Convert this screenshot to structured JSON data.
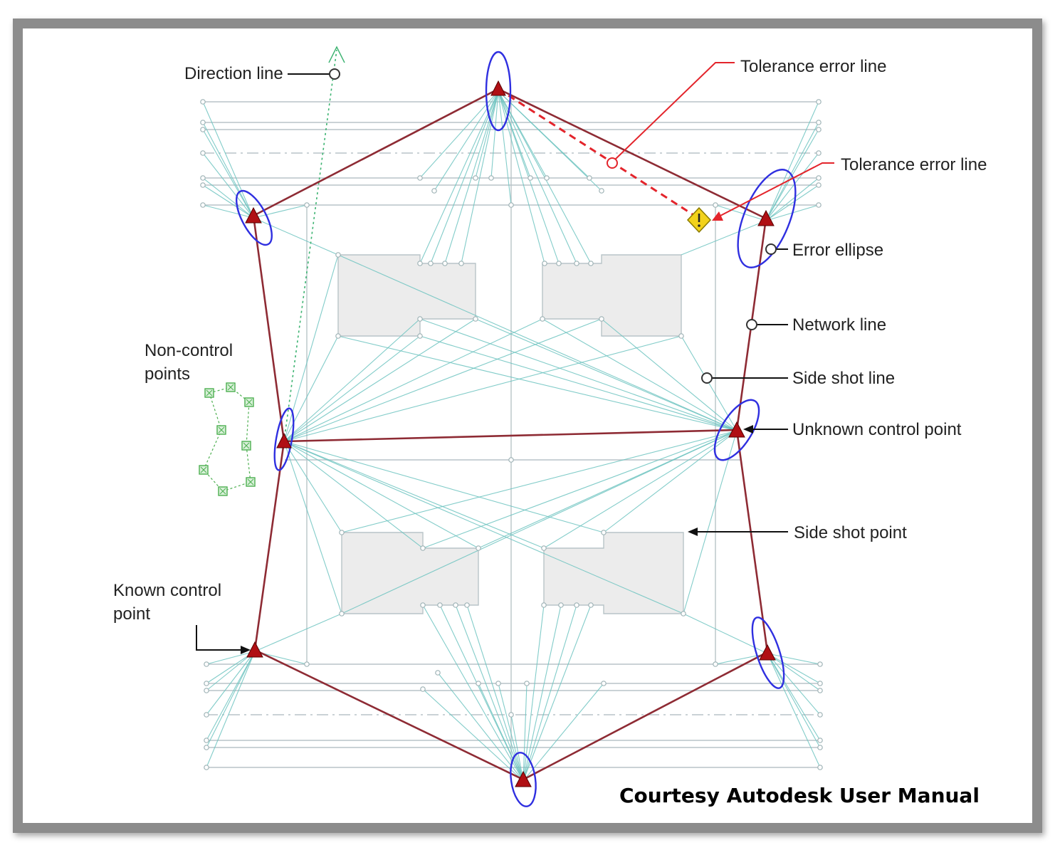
{
  "labels": {
    "direction_line": "Direction line",
    "tolerance_error_line_1": "Tolerance error line",
    "tolerance_error_line_2": "Tolerance error line",
    "error_ellipse": "Error ellipse",
    "network_line": "Network line",
    "side_shot_line": "Side shot line",
    "unknown_control_point": "Unknown control point",
    "side_shot_point": "Side shot point",
    "non_control_points_1": "Non-control",
    "non_control_points_2": "points",
    "known_control_point_1": "Known control",
    "known_control_point_2": "point"
  },
  "credit": "Courtesy Autodesk User Manual",
  "colors": {
    "network_line": "#8e2b34",
    "tolerance_line": "#e3242b",
    "error_ellipse": "#2f2fe0",
    "control_point": "#b00f14",
    "side_shot_line": "#6cc3c0",
    "non_control_point": "#4caf50",
    "warning_icon": "#f2d21b"
  },
  "icons": {
    "control_point": "red-triangle-icon",
    "warning": "warning-diamond-icon",
    "non_control_point": "green-square-icon"
  }
}
